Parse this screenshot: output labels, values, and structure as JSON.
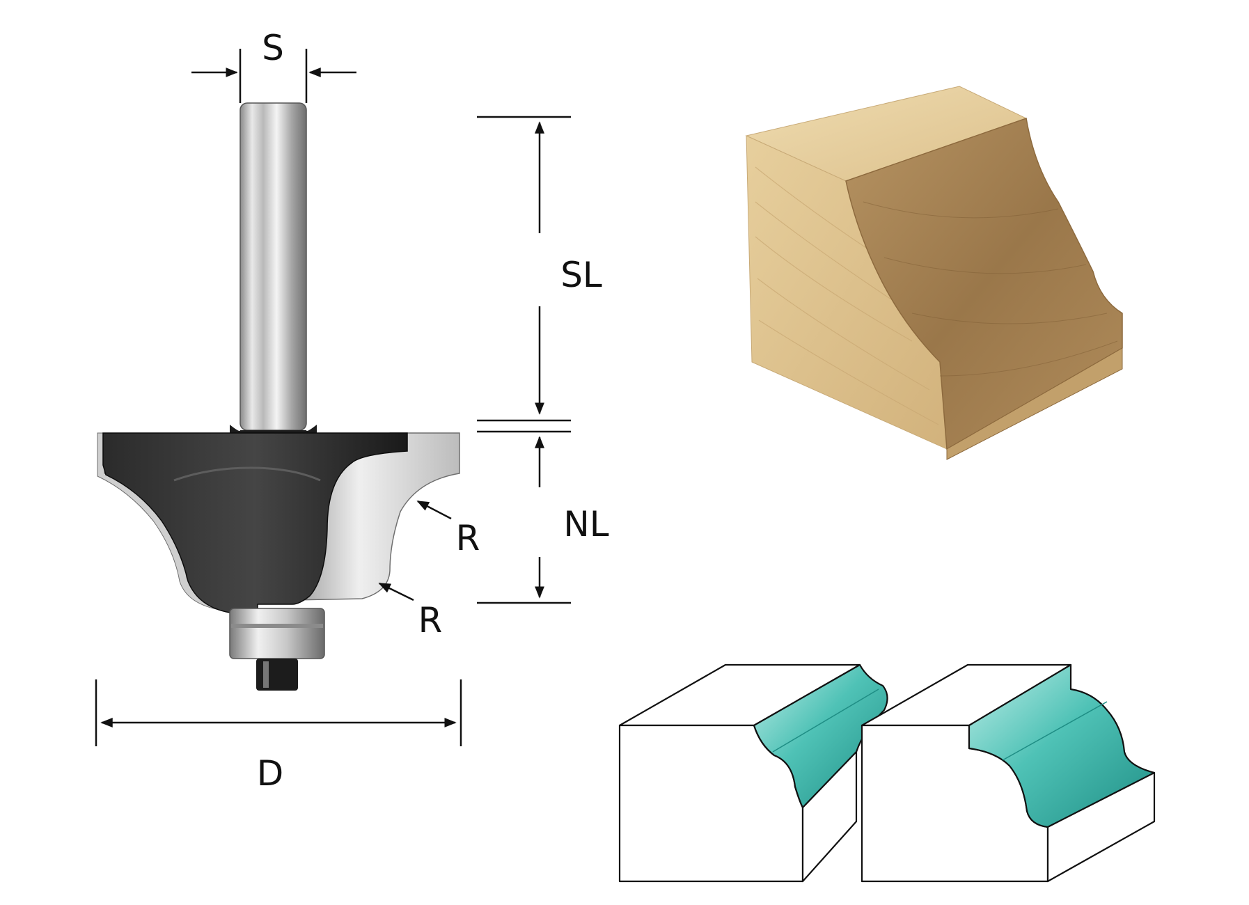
{
  "labels": {
    "shank_diameter": "S",
    "shank_length": "SL",
    "cutting_length": "NL",
    "radius_upper": "R",
    "radius_lower": "R",
    "diameter": "D"
  },
  "colors": {
    "ink": "#111111",
    "cutter_black": "#1c1c1c",
    "steel_light": "#eeeeee",
    "steel_dark": "#8d8d8d",
    "wood_light": "#e9d4a3",
    "wood_mid": "#d3b07a",
    "wood_end_grain": "#a4804f",
    "profile_teal": "#3fb9ad",
    "profile_teal_dark": "#1f8e85"
  }
}
